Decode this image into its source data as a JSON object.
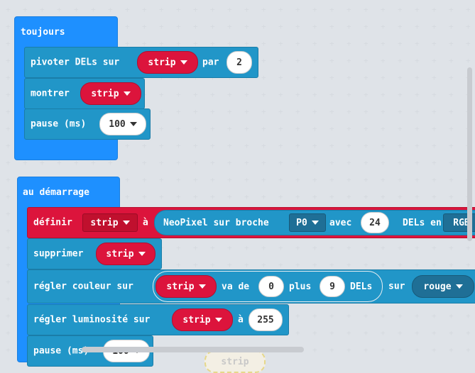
{
  "forever": {
    "title": "toujours",
    "rotate": {
      "label": "pivoter DELs sur",
      "var": "strip",
      "by_label": "par",
      "by_value": "2"
    },
    "show": {
      "label": "montrer",
      "var": "strip"
    },
    "pause": {
      "label": "pause (ms)",
      "value": "100"
    }
  },
  "on_start": {
    "title": "au démarrage",
    "define": {
      "label": "définir",
      "var": "strip",
      "to_label": "à",
      "neopixel_label": "NeoPixel sur broche",
      "pin": "P0",
      "with_label": "avec",
      "count": "24",
      "leds_in_label": "DELs en",
      "mode": "RGB"
    },
    "clear": {
      "label": "supprimer",
      "var": "strip"
    },
    "set_color": {
      "label": "régler couleur sur",
      "var": "strip",
      "from_label": "va de",
      "from": "0",
      "plus_label": "plus",
      "plus": "9",
      "leds_label": "DELs",
      "on_label": "sur",
      "color": "rouge"
    },
    "brightness": {
      "label": "régler luminosité sur",
      "var": "strip",
      "to_label": "à",
      "value": "255"
    },
    "pause2": {
      "label": "pause (ms)",
      "value": "100",
      "var": "strip"
    }
  },
  "colors": {
    "basic": "#1e90ff",
    "led": "#2196c8",
    "variable": "#dc143c",
    "workspace": "#f3f4f6"
  }
}
